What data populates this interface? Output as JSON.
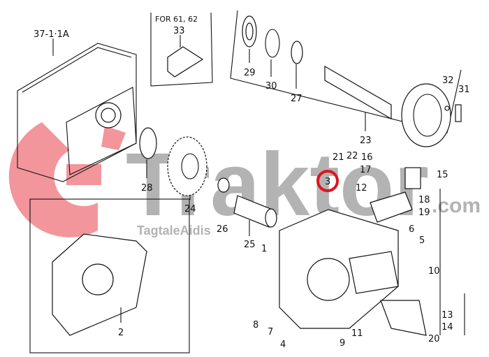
{
  "diagram": {
    "assembly_ref": "37-1·1A",
    "inset_note": "FOR 61, 62",
    "highlighted_part": "3",
    "highlight_color": "#e0141e",
    "parts": {
      "p1": "1",
      "p2": "2",
      "p3": "3",
      "p4": "4",
      "p5": "5",
      "p6": "6",
      "p7": "7",
      "p8": "8",
      "p9": "9",
      "p10": "10",
      "p11": "11",
      "p12": "12",
      "p13": "13",
      "p14": "14",
      "p15": "15",
      "p16": "16",
      "p17": "17",
      "p18": "18",
      "p19": "19",
      "p20": "20",
      "p21": "21",
      "p22": "22",
      "p23": "23",
      "p24": "24",
      "p25": "25",
      "p26": "26",
      "p27": "27",
      "p28": "28",
      "p29": "29",
      "p30": "30",
      "p31": "31",
      "p32": "32",
      "p33": "33"
    }
  },
  "watermark": {
    "brand": "Traktor",
    "domain": ".com",
    "sub": "TagtaleAidis",
    "logo_color": "#f07c84"
  }
}
